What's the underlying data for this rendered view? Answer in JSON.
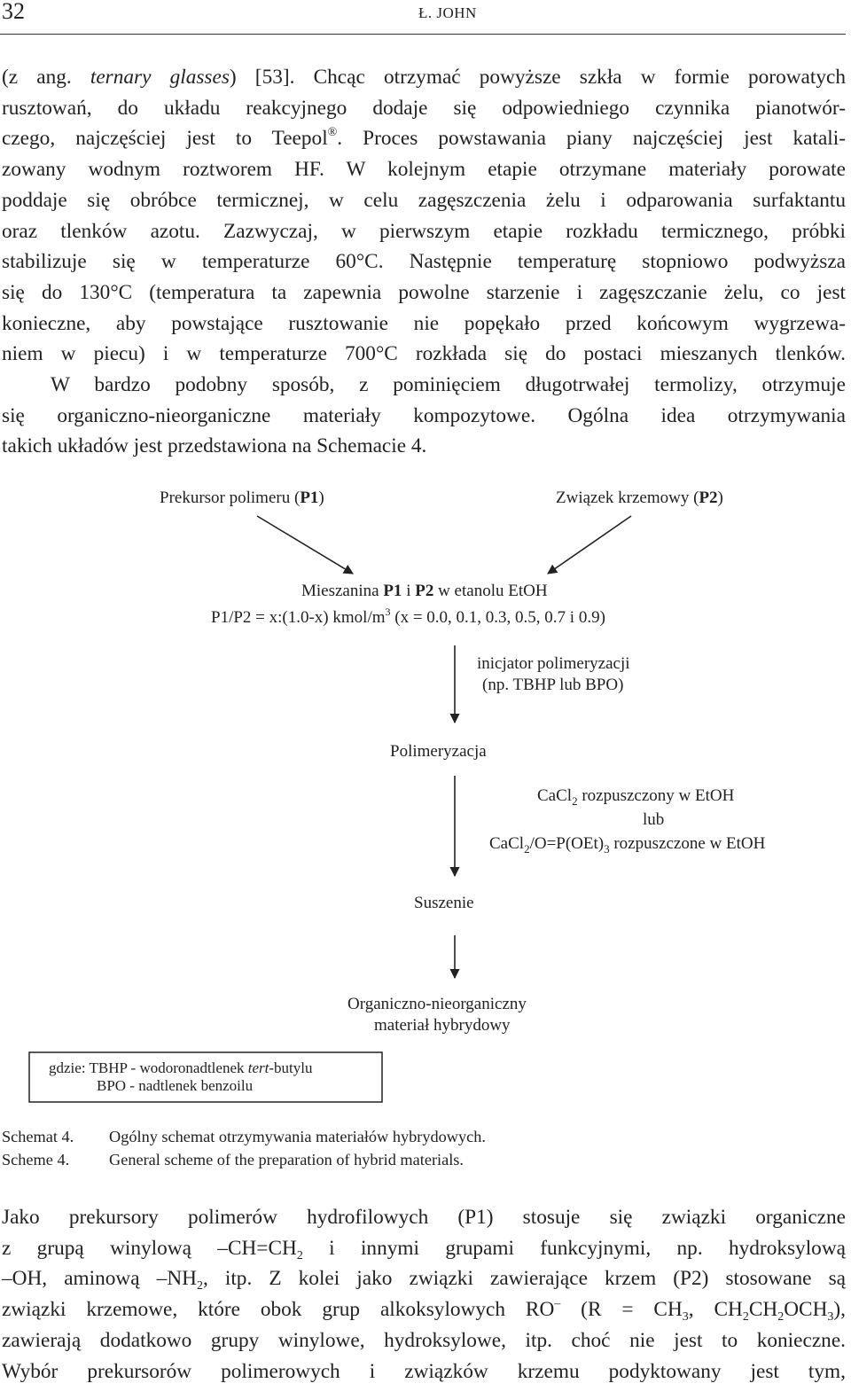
{
  "header": {
    "page_number": "32",
    "running_head": "Ł. JOHN"
  },
  "intro": {
    "l1a": "(z ang. ",
    "l1_term": "ternary glasses",
    "l1b": ") [53]. Chcąc otrzymać powyższe szkła w formie porowatych",
    "l2": "rusztowań, do układu reakcyjnego dodaje się odpowiedniego czynnika pianotwór-",
    "l3a": "czego, najczęściej jest to Teepol",
    "l3_reg": "®",
    "l3b": ". Proces powstawania piany najczęściej jest katali-",
    "l4": "zowany wodnym roztworem HF. W kolejnym etapie otrzymane materiały porowate",
    "l5": "poddaje się obróbce termicznej, w celu zagęszczenia żelu i odparowania surfaktantu",
    "l6": "oraz tlenków azotu. Zazwyczaj, w pierwszym etapie rozkładu termicznego, próbki",
    "l7": "stabilizuje się w temperaturze 60°C. Następnie temperaturę stopniowo podwyższa",
    "l8": "się do 130°C (temperatura ta zapewnia powolne starzenie i zagęszczanie żelu, co jest",
    "l9": "konieczne, aby powstające rusztowanie nie popękało przed końcowym wygrzewa-",
    "l10": "niem w piecu) i w temperaturze 700°C rozkłada się do postaci mieszanych tlenków.",
    "l11": "W bardzo podobny sposób, z pominięciem długotrwałej termolizy, otrzymuje",
    "l12": "się organiczno-nieorganiczne materiały kompozytowe. Ogólna idea otrzymywania",
    "l13": "takich układów jest przedstawiona na Schemacie 4."
  },
  "scheme": {
    "p1_text": "Prekursor polimeru (",
    "p1_bold": "P1",
    "p1_close": ")",
    "p2_text": "Związek krzemowy (",
    "p2_bold": "P2",
    "p2_close": ")",
    "mix_a": "Mieszanina ",
    "mix_p1": "P1",
    "mix_i": " i ",
    "mix_p2": "P2",
    "mix_b": " w etanolu EtOH",
    "ratio_a": "P1/P2 = x:(1.0-x) kmol/m",
    "ratio_sup": "3",
    "ratio_b": " (x = 0.0, 0.1, 0.3, 0.5, 0.7 i 0.9)",
    "init_1": "inicjator polimeryzacji",
    "init_2": "(np. TBHP lub BPO)",
    "polymer": "Polimeryzacja",
    "cacl_1a": "CaCl",
    "cacl_1_sub": "2",
    "cacl_1b": " rozpuszczony w EtOH",
    "cacl_lub": "lub",
    "cacl_2a": "CaCl",
    "cacl_2_sub": "2",
    "cacl_2b": "/O=P(OEt)",
    "cacl_2_sub2": "3",
    "cacl_2c": " rozpuszczone w EtOH",
    "drying": "Suszenie",
    "result_1": "Organiczno-nieorganiczny",
    "result_2": "materiał hybrydowy",
    "legend_1a": "gdzie: TBHP - wodoronadtlenek ",
    "legend_1_it": "tert",
    "legend_1b": "-butylu",
    "legend_2": "BPO - nadtlenek benzoilu"
  },
  "caption": {
    "pl_label": "Schemat 4.",
    "pl_text": "Ogólny schemat otrzymywania materiałów hybrydowych.",
    "en_label": "Scheme 4.",
    "en_text": "General scheme of the preparation of hybrid materials."
  },
  "body2": {
    "l1": "Jako prekursory polimerów hydrofilowych (P1) stosuje się związki organiczne",
    "l2a": "z grupą winylową –CH=CH",
    "l2_sub": "2",
    "l2b": " i innymi grupami funkcyjnymi, np. hydroksylową",
    "l3a": "–OH, aminową –NH",
    "l3_sub": "2",
    "l3b": ", itp. Z kolei jako związki zawierające krzem (P2) stosowane są",
    "l4a": "związki krzemowe, które obok grup alkoksylowych RO",
    "l4_sup": "–",
    "l4b": " (R = CH",
    "l4_sub1": "3",
    "l4c": ", CH",
    "l4_sub2": "2",
    "l4d": "CH",
    "l4_sub3": "2",
    "l4e": "OCH",
    "l4_sub4": "3",
    "l4f": "),",
    "l5": "zawierają dodatkowo grupy winylowe, hydroksylowe, itp. choć nie jest to konieczne.",
    "l6": "Wybór prekursorów polimerowych i związków krzemu podyktowany jest tym,"
  }
}
